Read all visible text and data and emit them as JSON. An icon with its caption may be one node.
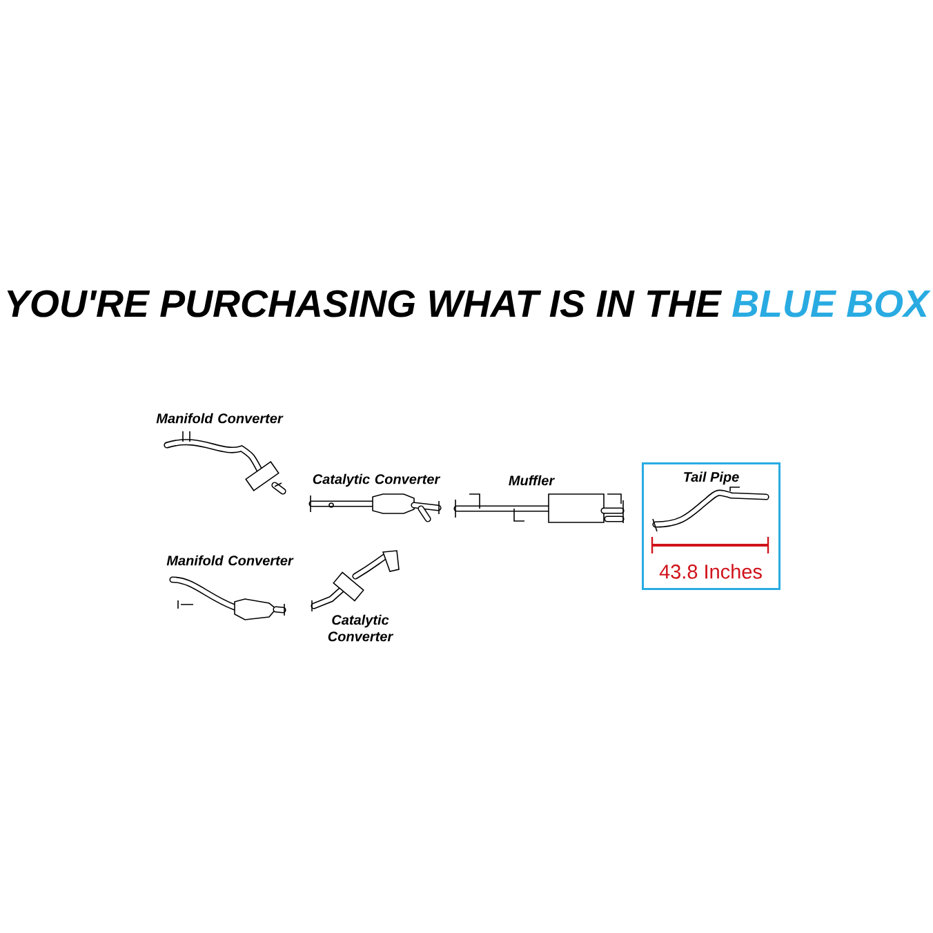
{
  "diagram": {
    "title": "YOU'RE PURCHASING WHAT IS IN THE",
    "nodes": [
      {
        "text": [
          "Tail Pipe"
        ]
      }
    ],
    "edges": [],
    "labels": [
      "BLUE BOX",
      "Manifold Converter",
      "Catalytic Converter",
      "Muffler",
      "Manifold Converter",
      "Catalytic Converter",
      "43.8 Inches"
    ]
  }
}
